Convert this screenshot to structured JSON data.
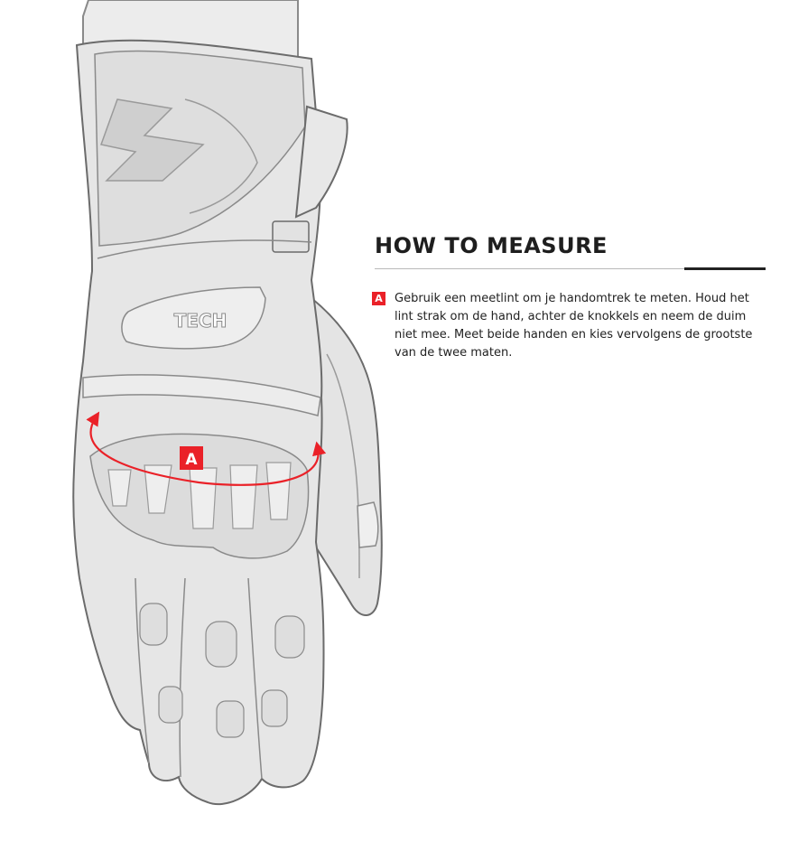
{
  "heading": "HOW TO MEASURE",
  "instruction": {
    "marker": "A",
    "text": "Gebruik een meetlint om je handomtrek te meten. Houd het lint strak om de hand, achter de knokkels en neem de duim niet mee. Meet beide handen en kies vervolgens de grootste van de twee maten."
  },
  "diagram": {
    "marker": "A",
    "logo_text": "TECH"
  },
  "colors": {
    "accent": "#ea2128",
    "outline": "#6b6b6b",
    "fill": "#e6e6e6",
    "heading": "#1e1e1e",
    "body_text": "#222222"
  }
}
